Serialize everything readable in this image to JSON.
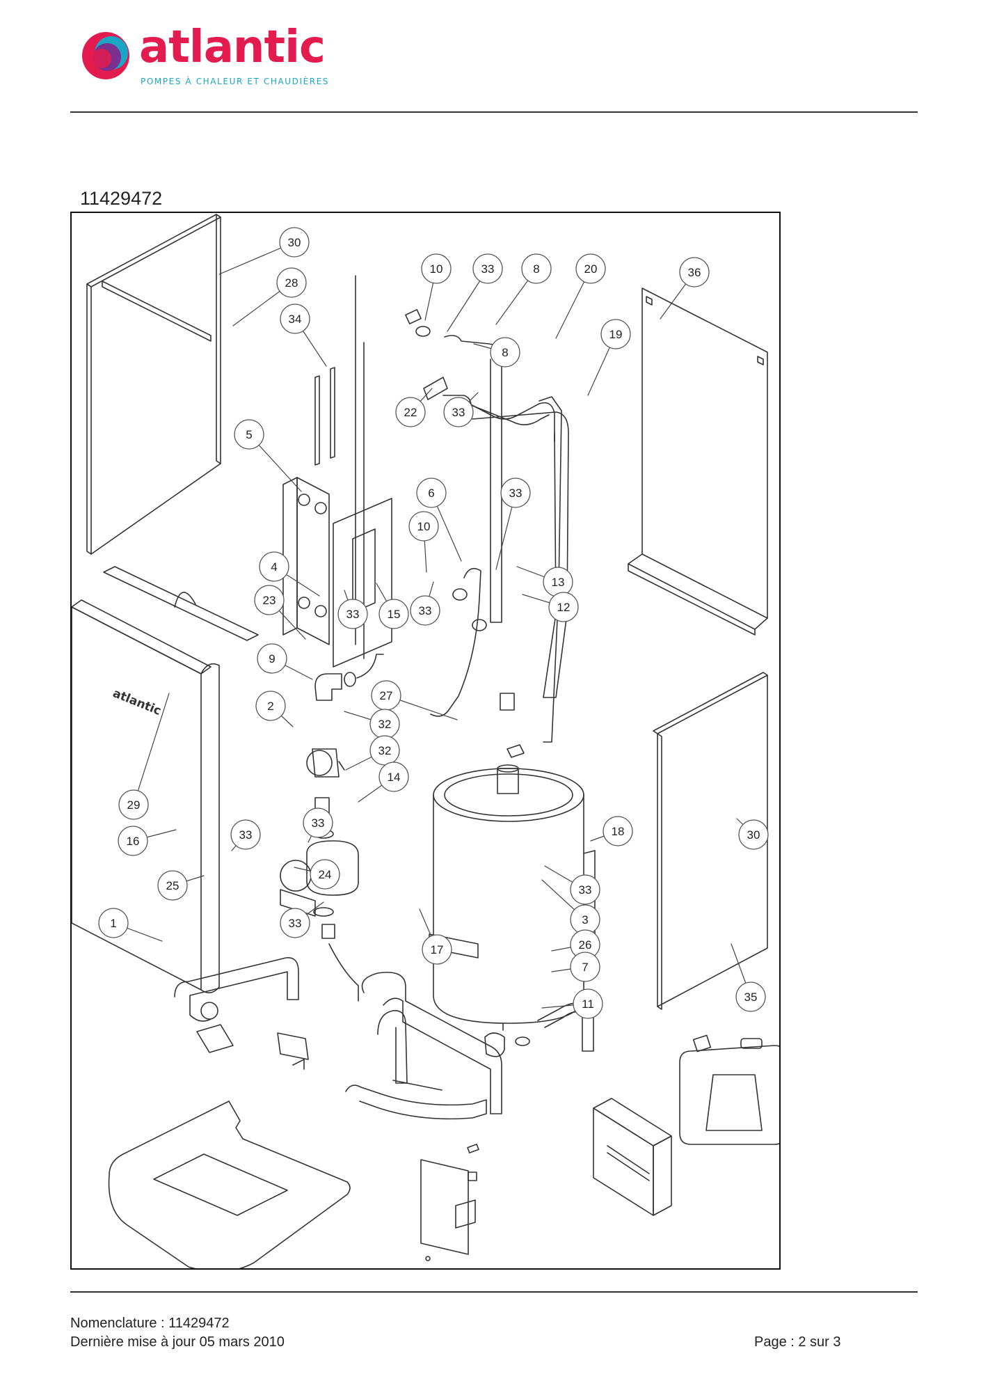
{
  "header": {
    "brand_name": "atlantic",
    "brand_tagline": "POMPES À CHALEUR ET CHAUDIÈRES",
    "brand_colors": [
      "#e31b4f",
      "#7b2f8e",
      "#1aa6c4"
    ]
  },
  "document": {
    "reference": "11429472"
  },
  "diagram": {
    "part_numbers": [
      "30",
      "28",
      "34",
      "5",
      "10",
      "33",
      "8",
      "20",
      "36",
      "19",
      "22",
      "6",
      "4",
      "23",
      "15",
      "13",
      "12",
      "9",
      "2",
      "27",
      "32",
      "14",
      "29",
      "16",
      "18",
      "25",
      "24",
      "1",
      "3",
      "26",
      "7",
      "17",
      "11",
      "35"
    ],
    "panel_brand": "atlantic"
  },
  "footer": {
    "nomenclature": "Nomenclature : 11429472",
    "last_update": "Dernière mise à jour 05 mars 2010",
    "page": "Page : 2 sur 3"
  }
}
